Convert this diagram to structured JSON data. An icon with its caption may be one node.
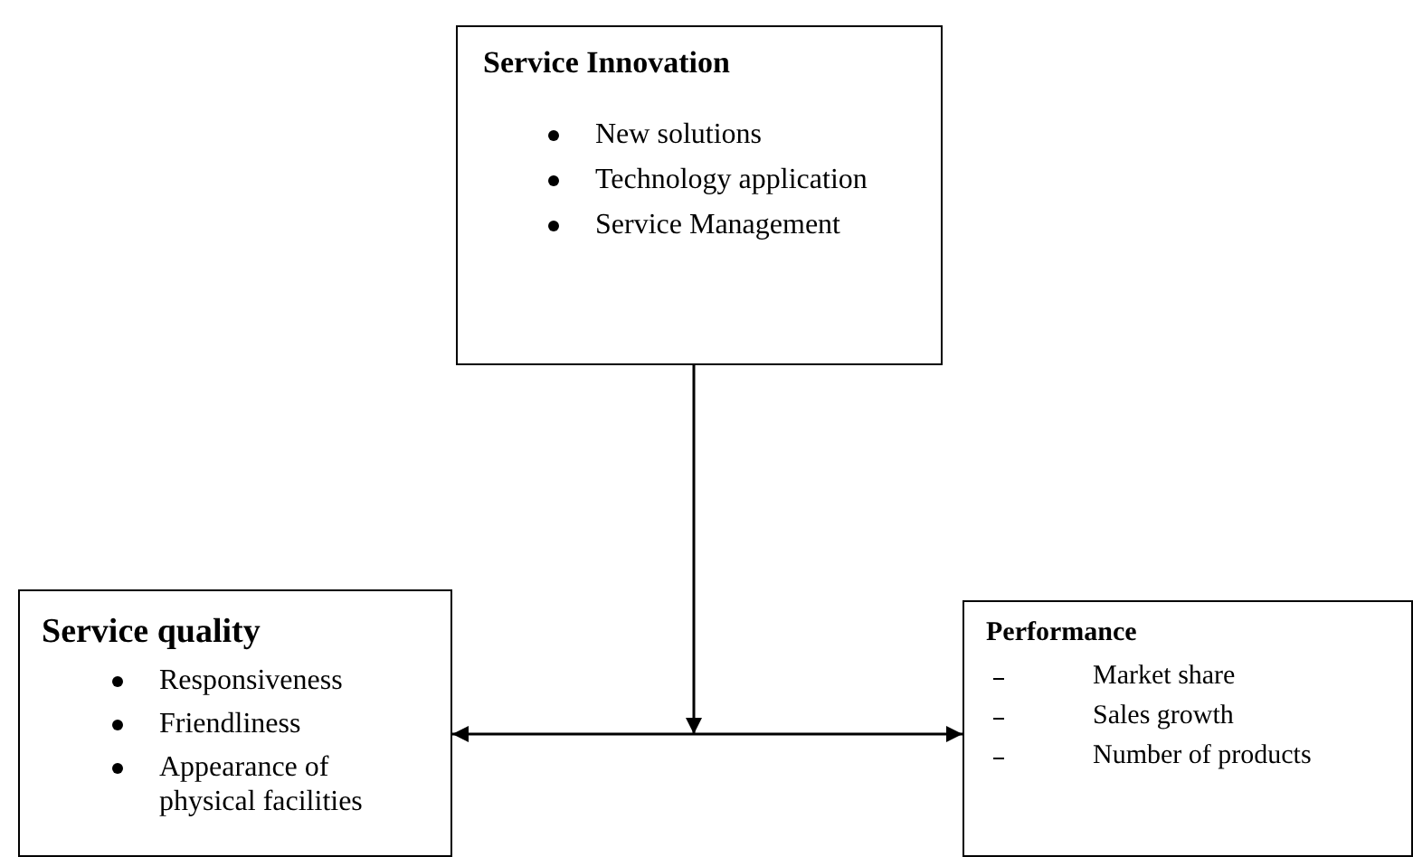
{
  "diagram": {
    "nodes": [
      {
        "text": [
          "Service Innovation",
          "New solutions",
          "Technology application",
          "Service Management"
        ]
      },
      {
        "text": [
          "Service quality",
          "Responsiveness",
          "Friendliness",
          "Appearance of physical facilities"
        ]
      },
      {
        "text": [
          "Performance",
          "Market share",
          "Sales growth",
          "Number of products"
        ]
      }
    ],
    "edges": [
      {
        "from": 1,
        "to": 2,
        "arrow": "both"
      },
      {
        "from": 0,
        "to": null,
        "arrow": "to"
      }
    ]
  }
}
